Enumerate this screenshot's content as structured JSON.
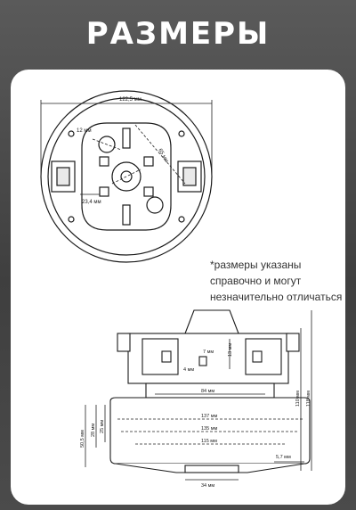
{
  "title": "РАЗМЕРЫ",
  "note": {
    "line1": "*размеры указаны",
    "line2": "справочно и могут",
    "line3": "незначительно отличаться"
  },
  "top_view": {
    "dim_outer": "122,5 мм",
    "dim_hole_small": "12 мм",
    "dim_center": "23,4 мм",
    "dim_diag": "65 мм"
  },
  "side_view": {
    "dim_7": "7 мм",
    "dim_4": "4 мм",
    "dim_13": "13 мм",
    "dim_84": "84 мм",
    "dim_137": "137 мм",
    "dim_135": "135 мм",
    "dim_115": "115 мм",
    "dim_5_7": "5,7 мм",
    "dim_34": "34 мм",
    "dim_50_5": "50,5 мм",
    "dim_28": "28 мм",
    "dim_25": "25 мм",
    "dim_110": "110 мм",
    "dim_118": "118 мм"
  },
  "colors": {
    "line": "#1a1a1a",
    "dim": "#222222"
  }
}
